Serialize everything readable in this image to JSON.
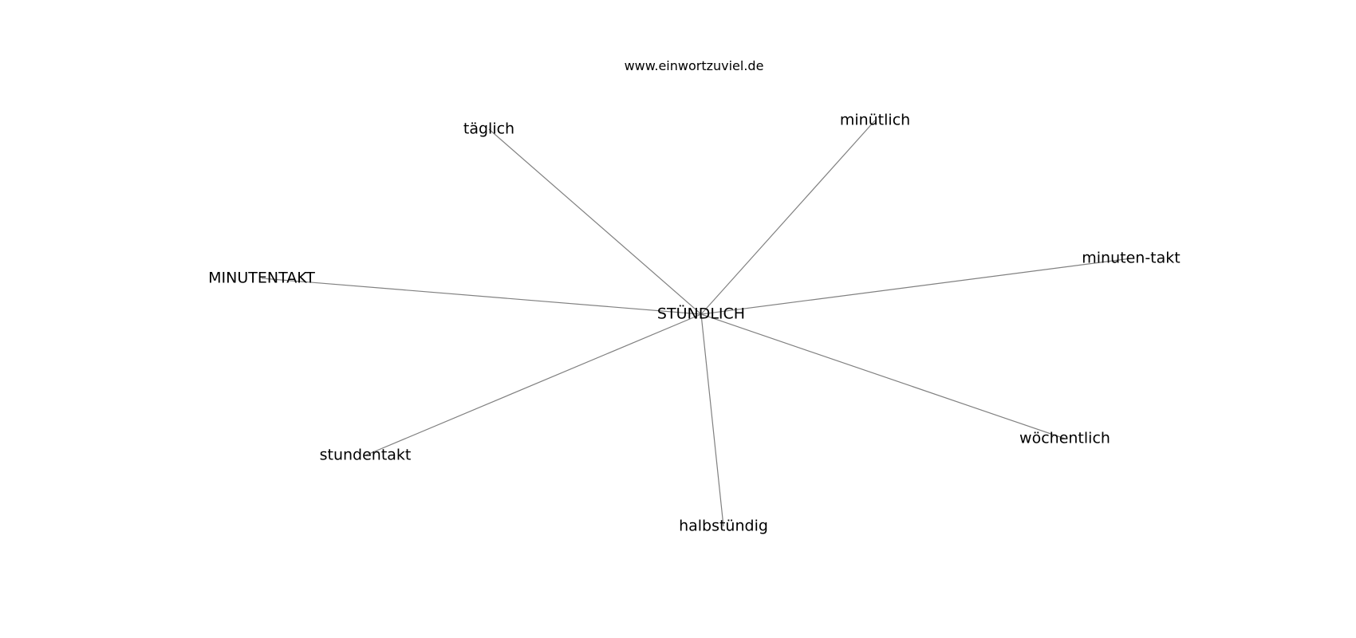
{
  "header": {
    "text": "www.einwortzuviel.de"
  },
  "graph": {
    "center": "STÜNDLICH",
    "nodes": [
      "STÜNDLICH",
      "täglich",
      "minütlich",
      "minuten-takt",
      "MINUTENTAKT",
      "wöchentlich",
      "stundentakt",
      "halbstündig"
    ],
    "edges": [
      [
        "STÜNDLICH",
        "täglich"
      ],
      [
        "STÜNDLICH",
        "minütlich"
      ],
      [
        "STÜNDLICH",
        "minuten-takt"
      ],
      [
        "STÜNDLICH",
        "MINUTENTAKT"
      ],
      [
        "STÜNDLICH",
        "wöchentlich"
      ],
      [
        "STÜNDLICH",
        "stundentakt"
      ],
      [
        "STÜNDLICH",
        "halbstündig"
      ]
    ]
  }
}
